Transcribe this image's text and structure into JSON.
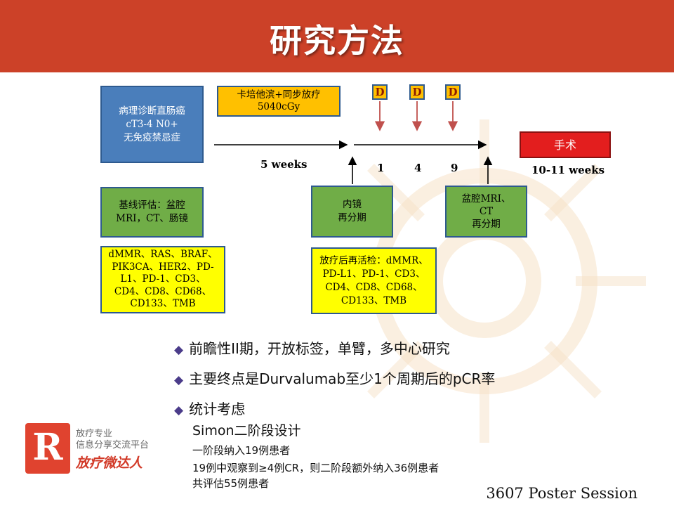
{
  "title": "研究方法",
  "diagram": {
    "diagnosis_box": [
      "病理诊断直肠癌",
      "cT3-4 N0+",
      "无免疫禁忌症"
    ],
    "chemo_box": [
      "卡培他滨+同步放疗",
      "5040cGy"
    ],
    "d_markers": [
      "D",
      "D",
      "D"
    ],
    "d_cycle_labels": [
      "1",
      "4",
      "9"
    ],
    "weeks_label_1": "5 weeks",
    "weeks_label_2": "10-11 weeks",
    "surgery_box": "手术",
    "baseline_box": [
      "基线评估：盆腔",
      "MRI，CT、肠镜"
    ],
    "endoscopy_box": [
      "内镜",
      "再分期"
    ],
    "mri_box": [
      "盆腔MRI、",
      "CT",
      "再分期"
    ],
    "biomarker_box_1": [
      "dMMR、RAS、BRAF、",
      "PIK3CA、HER2、PD-",
      "L1、PD-1、CD3、",
      "CD4、CD8、CD68、",
      "CD133、TMB"
    ],
    "biomarker_box_2": [
      "放疗后再活检：dMMR、",
      "PD-L1、PD-1、CD3、",
      "CD4、CD8、CD68、",
      "CD133、TMB"
    ]
  },
  "bullets": [
    "前瞻性II期，开放标签，单臂，多中心研究",
    "主要终点是Durvalumab至少1个周期后的pCR率",
    "统计考虑"
  ],
  "stats": {
    "design": "Simon二阶段设计",
    "line1": "一阶段纳入19例患者",
    "line2": "19例中观察到≥4例CR，则二阶段额外纳入36例患者",
    "line3": "共评估55例患者"
  },
  "footer": "3607 Poster Session",
  "logo": {
    "letter": "R",
    "line1": "放疗专业",
    "line2": "信息分享交流平台",
    "brand": "放疗微达人"
  },
  "colors": {
    "header": "#cc4128",
    "blue_box": "#4a7ebb",
    "green_box": "#70ad47",
    "yellow_box": "#ffff00",
    "orange_box": "#ffc000",
    "surgery": "#e31e1e",
    "bullet": "#4b3c8a"
  }
}
